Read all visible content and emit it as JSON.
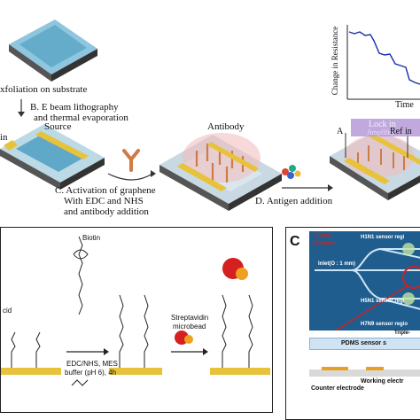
{
  "panel_a": {
    "step_a": "xfoliation on substrate",
    "step_b_line1": "B. E beam lithography",
    "step_b_line2": "and thermal evaporation",
    "label_in": "in",
    "label_source": "Source",
    "step_c_line1": "C. Activation of graphene",
    "step_c_line2": "With EDC and NHS",
    "step_c_line3": "and antibody addition",
    "label_antibody": "Antibody",
    "step_d": "D. Antigen addition",
    "lock_in_line1": "Lock in",
    "lock_in_line2": "Amplifier",
    "label_a": "A",
    "label_ref_in": "Ref in",
    "plot_ylabel": "Change in Resistance",
    "plot_xlabel": "Time"
  },
  "panel_b": {
    "label_cid": "cid",
    "label_biotin": "Biotin",
    "reagent_line1": "EDC/NHS, MES",
    "reagent_line2": "buffer (pH 6), 4h",
    "streptavidin_line1": "Streptavidin",
    "streptavidin_line2": "microbead"
  },
  "panel_c": {
    "panel_letter": "C",
    "pdms_channel_line1": "PDMS",
    "pdms_channel_line2": "channel",
    "h1n1": "H1N1 sensor regi",
    "h5n1": "H5N1 sensor regi",
    "h7n9": "H7N9 sensor regio",
    "inlet": "Inlet(O : 1 mm)",
    "triple": "Triple-",
    "pdms_sensor": "PDMS sensor s",
    "counter_electrode": "Counter electrode",
    "working_electrode": "Working electr"
  },
  "colors": {
    "graphene": "#5fa8c8",
    "gold": "#e8c23a",
    "panel_c_bg": "#1f5d8f",
    "antibody": "#d07a45",
    "plot_line": "#1a2fa8",
    "red_accent": "#cc2222"
  }
}
